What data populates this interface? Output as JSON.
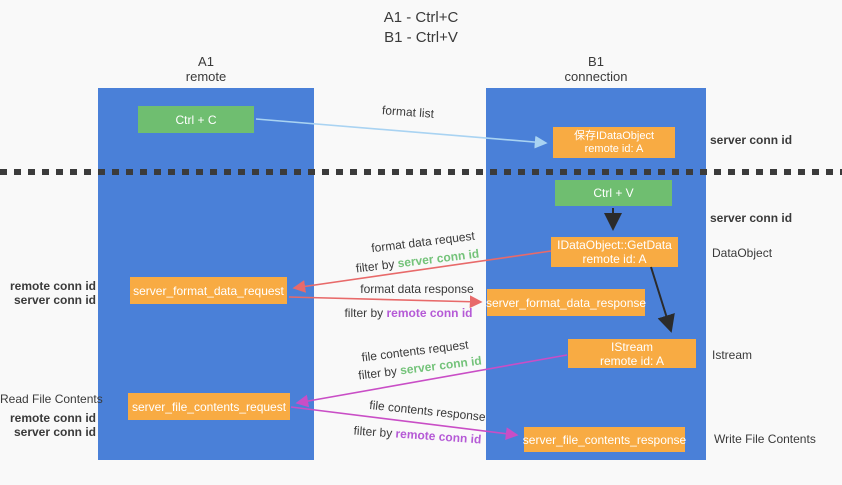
{
  "title": {
    "line1": "A1 - Ctrl+C",
    "line2": "B1 - Ctrl+V"
  },
  "lanes": {
    "left": {
      "title": "A1",
      "subtitle": "remote"
    },
    "right": {
      "title": "B1",
      "subtitle": "connection"
    }
  },
  "nodes": {
    "ctrl_c": {
      "label": "Ctrl + C"
    },
    "ctrl_v": {
      "label": "Ctrl + V"
    },
    "save_dataobject": {
      "line1": "保存IDataObject",
      "line2": "remote id: A"
    },
    "getdata": {
      "line1": "IDataObject::GetData",
      "line2": "remote id: A"
    },
    "istream": {
      "line1": "IStream",
      "line2": "remote id: A"
    },
    "format_request": {
      "label": "server_format_data_request"
    },
    "format_response": {
      "label": "server_format_data_response"
    },
    "file_request": {
      "label": "server_file_contents_request"
    },
    "file_response": {
      "label": "server_file_contents_response"
    }
  },
  "edge_labels": {
    "format_list": "format list",
    "format_data_request": "format data request",
    "format_data_response": "format data response",
    "file_contents_request": "file contents request",
    "file_contents_response": "file contents response",
    "filter_by": "filter by",
    "server_conn_id": "server conn id",
    "remote_conn_id": "remote conn id"
  },
  "annotations": {
    "server_conn_id_top": "server conn id",
    "server_conn_id_mid": "server conn id",
    "dataobject": "DataObject",
    "istream": "Istream",
    "write_file_contents": "Write File Contents",
    "read_file_contents": "Read File Contents",
    "remote_conn_id_left1": "remote conn id",
    "server_conn_id_left1": "server conn id",
    "remote_conn_id_left2": "remote conn id",
    "server_conn_id_left2": "server conn id"
  },
  "colors": {
    "background": "#f9f9f9",
    "lane-blue": "#4a80d8",
    "box-green": "#6fbe70",
    "box-orange": "#f8ab43",
    "text-green": "#74c37a",
    "text-purple": "#b55ad6",
    "text-dark": "#3a3a3a",
    "arrow-red": "#e86a6a",
    "arrow-magenta": "#c94ec6",
    "arrow-blue": "#a9d3f2",
    "arrow-black": "#2b2b2b"
  }
}
